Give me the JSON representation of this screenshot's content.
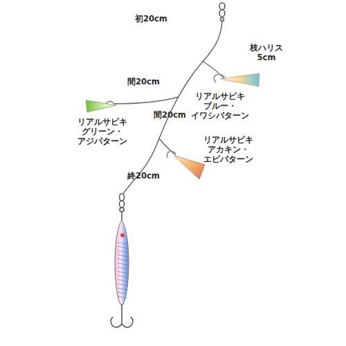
{
  "diagram": {
    "labels": [
      "初20cm",
      "枝ハリス 5cm",
      "間20cm",
      "リアルサビキ ブルー・イワシパターン",
      "リアルサビキ グリーン・ アジパターン",
      "間20cm",
      "リアルサビキ アカキン・エビパターン",
      "終20cm"
    ]
  }
}
